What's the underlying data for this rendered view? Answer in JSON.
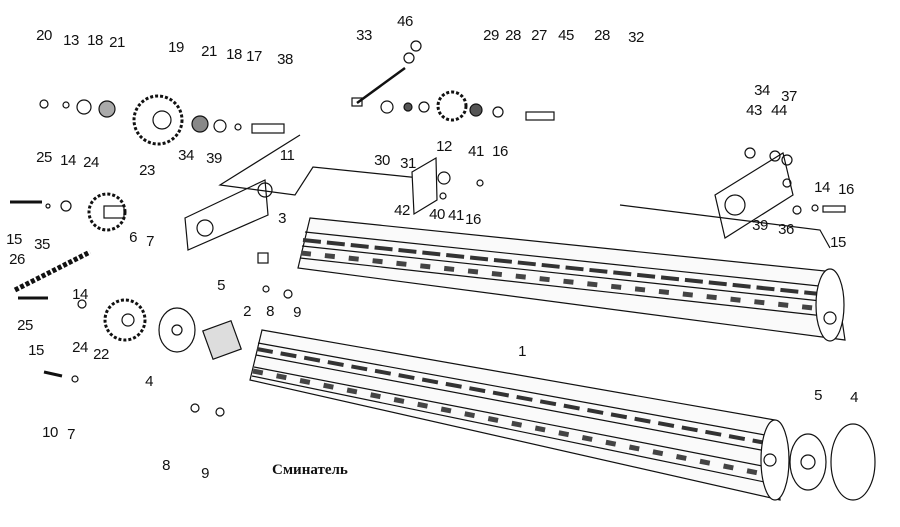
{
  "diagram": {
    "title": "Сминатель",
    "labels": [
      "20",
      "13",
      "18",
      "21",
      "19",
      "21",
      "18",
      "17",
      "38",
      "33",
      "46",
      "29",
      "28",
      "27",
      "45",
      "28",
      "32",
      "30",
      "31",
      "12",
      "41",
      "16",
      "42",
      "40",
      "41",
      "16",
      "34",
      "43",
      "44",
      "37",
      "14",
      "16",
      "39",
      "36",
      "15",
      "25",
      "14",
      "24",
      "23",
      "34",
      "39",
      "11",
      "15",
      "35",
      "26",
      "6",
      "7",
      "3",
      "5",
      "2",
      "8",
      "9",
      "14",
      "25",
      "24",
      "22",
      "15",
      "4",
      "1",
      "10",
      "7",
      "8",
      "9",
      "5",
      "4"
    ]
  }
}
